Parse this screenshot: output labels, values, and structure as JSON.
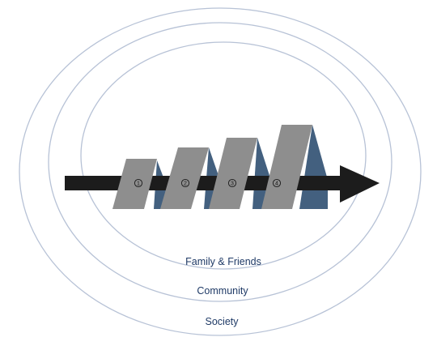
{
  "rings": [
    {
      "label": "Family & Friends"
    },
    {
      "label": "Community"
    },
    {
      "label": "Society"
    }
  ],
  "steps": [
    "1",
    "2",
    "3",
    "4"
  ],
  "colors": {
    "ring": "#b7c2d6",
    "arrow": "#1c1c1c",
    "panel_front": "#8e8e8e",
    "panel_back": "#43607f",
    "label": "#1f3a66"
  }
}
